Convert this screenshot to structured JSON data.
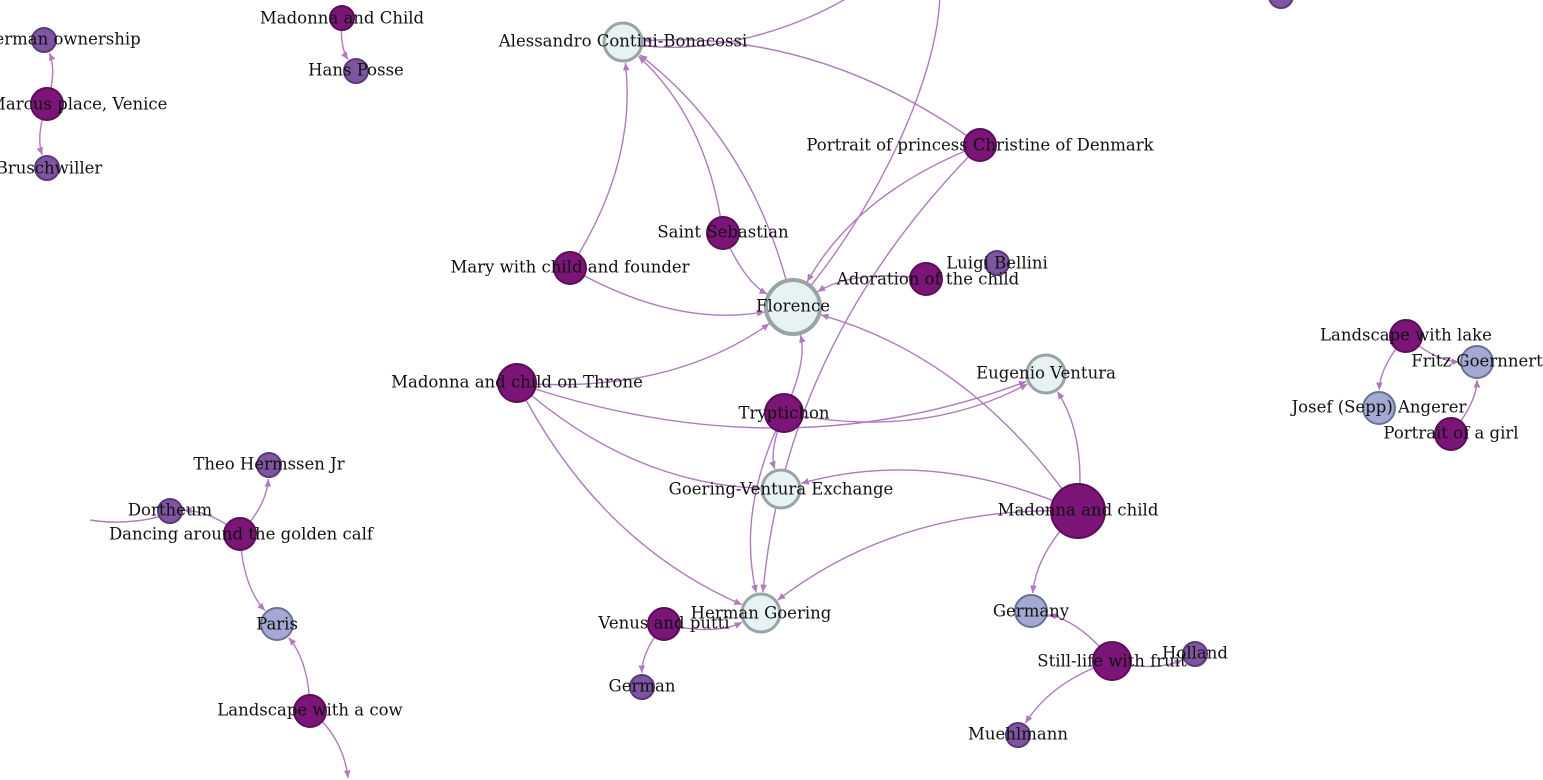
{
  "colors": {
    "artwork": "#7b1578",
    "artwork_stroke": "#5a0e58",
    "person": "#7d55a0",
    "person_stroke": "#5a3a7a",
    "place": "#a3a9d3",
    "place_stroke": "#6a7193",
    "event": "#e7f2f3",
    "event_stroke": "#9aa4a6",
    "edge": "#b07ac0"
  },
  "nodes": [
    {
      "id": "german_ownership",
      "label": "German ownership",
      "kind": "person",
      "size": "s"
    },
    {
      "id": "st_marcus",
      "label": "St. Marcus place, Venice",
      "kind": "artwork",
      "size": "m"
    },
    {
      "id": "bruschwiller",
      "label": "Bruschwiller",
      "kind": "person",
      "size": "s"
    },
    {
      "id": "madonna_child_tl",
      "label": "Madonna and Child",
      "kind": "artwork",
      "size": "s"
    },
    {
      "id": "hans_posse",
      "label": "Hans Posse",
      "kind": "person",
      "size": "s"
    },
    {
      "id": "contini",
      "label": "Alessandro Contini-Bonacossi",
      "kind": "event",
      "size": "l"
    },
    {
      "id": "christine",
      "label": "Portrait of princess Christine of Denmark",
      "kind": "artwork",
      "size": "m"
    },
    {
      "id": "saint_sebastian",
      "label": "Saint Sebastian",
      "kind": "artwork",
      "size": "m"
    },
    {
      "id": "mary_founder",
      "label": "Mary with child and founder",
      "kind": "artwork",
      "size": "m"
    },
    {
      "id": "luigi_bellini",
      "label": "Luigi Bellini",
      "kind": "person",
      "size": "s"
    },
    {
      "id": "adoration",
      "label": "Adoration of the child",
      "kind": "artwork",
      "size": "m"
    },
    {
      "id": "florence",
      "label": "Florence",
      "kind": "event",
      "size": "xl"
    },
    {
      "id": "eugenio",
      "label": "Eugenio Ventura",
      "kind": "event",
      "size": "l"
    },
    {
      "id": "madonna_throne",
      "label": "Madonna and child on Throne",
      "kind": "artwork",
      "size": "l"
    },
    {
      "id": "tryptichon",
      "label": "Tryptichon",
      "kind": "artwork",
      "size": "l"
    },
    {
      "id": "goering_ventura",
      "label": "Goering-Ventura Exchange",
      "kind": "event",
      "size": "l"
    },
    {
      "id": "madonna_child",
      "label": "Madonna and child",
      "kind": "artwork",
      "size": "xl"
    },
    {
      "id": "herman_goering",
      "label": "Herman Goering",
      "kind": "event",
      "size": "l"
    },
    {
      "id": "venus_putti",
      "label": "Venus and putti",
      "kind": "artwork",
      "size": "m"
    },
    {
      "id": "german",
      "label": "German",
      "kind": "person",
      "size": "s"
    },
    {
      "id": "germany",
      "label": "Germany",
      "kind": "place",
      "size": "m"
    },
    {
      "id": "still_life",
      "label": "Still-life with fruit",
      "kind": "artwork",
      "size": "l"
    },
    {
      "id": "holland",
      "label": "Holland",
      "kind": "person",
      "size": "s"
    },
    {
      "id": "muehlmann",
      "label": "Muehlmann",
      "kind": "person",
      "size": "s"
    },
    {
      "id": "theo",
      "label": "Theo Hermssen Jr",
      "kind": "person",
      "size": "s"
    },
    {
      "id": "dortheum",
      "label": "Dortheum",
      "kind": "person",
      "size": "s"
    },
    {
      "id": "golden_calf",
      "label": "Dancing around the golden calf",
      "kind": "artwork",
      "size": "m"
    },
    {
      "id": "paris",
      "label": "Paris",
      "kind": "place",
      "size": "m"
    },
    {
      "id": "landscape_cow",
      "label": "Landscape with a cow",
      "kind": "artwork",
      "size": "m"
    },
    {
      "id": "landscape_lake",
      "label": "Landscape with lake",
      "kind": "artwork",
      "size": "m"
    },
    {
      "id": "fritz",
      "label": "Fritz Goernnert",
      "kind": "place",
      "size": "m"
    },
    {
      "id": "josef",
      "label": "Josef (Sepp) Angerer",
      "kind": "place",
      "size": "m"
    },
    {
      "id": "portrait_girl",
      "label": "Portrait of a girl",
      "kind": "artwork",
      "size": "m"
    },
    {
      "id": "topright_stub",
      "label": "",
      "kind": "person",
      "size": "s"
    }
  ],
  "edges": [
    {
      "from": "st_marcus",
      "to": "german_ownership"
    },
    {
      "from": "st_marcus",
      "to": "bruschwiller"
    },
    {
      "from": "madonna_child_tl",
      "to": "hans_posse"
    },
    {
      "from": "christine",
      "to": "contini"
    },
    {
      "from": "saint_sebastian",
      "to": "contini"
    },
    {
      "from": "mary_founder",
      "to": "contini"
    },
    {
      "from": "saint_sebastian",
      "to": "florence"
    },
    {
      "from": "mary_founder",
      "to": "florence"
    },
    {
      "from": "christine",
      "to": "florence"
    },
    {
      "from": "adoration",
      "to": "florence"
    },
    {
      "from": "madonna_throne",
      "to": "florence"
    },
    {
      "from": "madonna_throne",
      "to": "eugenio"
    },
    {
      "from": "tryptichon",
      "to": "florence"
    },
    {
      "from": "tryptichon",
      "to": "eugenio"
    },
    {
      "from": "tryptichon",
      "to": "goering_ventura"
    },
    {
      "from": "tryptichon",
      "to": "herman_goering"
    },
    {
      "from": "madonna_throne",
      "to": "goering_ventura"
    },
    {
      "from": "madonna_throne",
      "to": "herman_goering"
    },
    {
      "from": "madonna_child",
      "to": "florence"
    },
    {
      "from": "madonna_child",
      "to": "eugenio"
    },
    {
      "from": "madonna_child",
      "to": "goering_ventura"
    },
    {
      "from": "madonna_child",
      "to": "herman_goering"
    },
    {
      "from": "madonna_child",
      "to": "germany"
    },
    {
      "from": "christine",
      "to": "herman_goering"
    },
    {
      "from": "venus_putti",
      "to": "herman_goering"
    },
    {
      "from": "venus_putti",
      "to": "german"
    },
    {
      "from": "still_life",
      "to": "germany"
    },
    {
      "from": "still_life",
      "to": "holland"
    },
    {
      "from": "still_life",
      "to": "muehlmann"
    },
    {
      "from": "golden_calf",
      "to": "theo"
    },
    {
      "from": "golden_calf",
      "to": "dortheum"
    },
    {
      "from": "golden_calf",
      "to": "paris"
    },
    {
      "from": "landscape_cow",
      "to": "paris"
    },
    {
      "from": "landscape_lake",
      "to": "fritz"
    },
    {
      "from": "landscape_lake",
      "to": "josef"
    },
    {
      "from": "portrait_girl",
      "to": "fritz"
    },
    {
      "from": "florence",
      "to": "contini"
    }
  ]
}
